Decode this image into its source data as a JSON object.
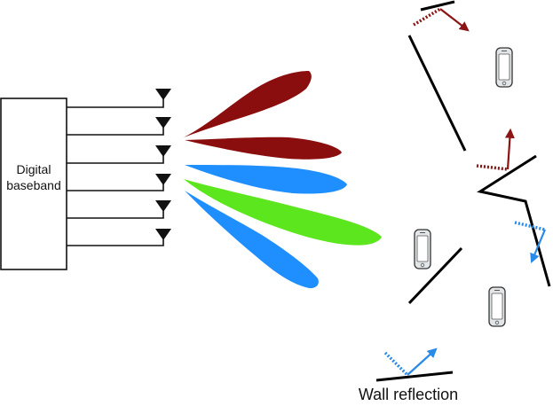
{
  "baseband": {
    "line1": "Digital",
    "line2": "baseband"
  },
  "caption": "Wall reflection",
  "antenna_count": 6,
  "beams": [
    {
      "id": "beam-1",
      "color": "#8b0e0e"
    },
    {
      "id": "beam-2",
      "color": "#8b0e0e"
    },
    {
      "id": "beam-3",
      "color": "#1f8fff"
    },
    {
      "id": "beam-4",
      "color": "#5ce61e"
    },
    {
      "id": "beam-5",
      "color": "#1f8fff"
    }
  ],
  "colors": {
    "red_beam": "#8b0e0e",
    "blue_beam": "#1f8fff",
    "green_beam": "#5ce61e",
    "wall": "#000000",
    "red_arrow": "#8b1414",
    "blue_arrow": "#2a8ae8"
  },
  "icons": [
    "antenna-icon",
    "smartphone-icon",
    "reflection-arrow-icon"
  ]
}
